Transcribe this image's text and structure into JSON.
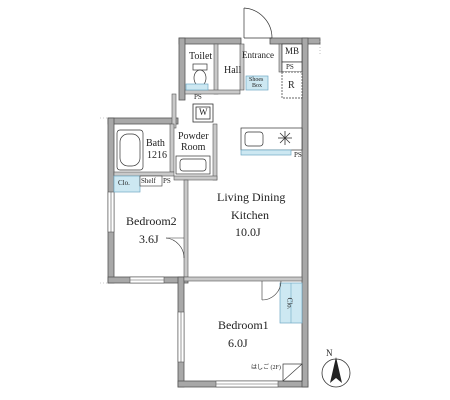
{
  "rooms": {
    "toilet": "Toilet",
    "hall": "Hall",
    "entrance": "Entrance",
    "mb": "MB",
    "ps_top": "PS",
    "r": "R",
    "shoes_box_1": "Shoes",
    "shoes_box_2": "Box",
    "ps_hall": "PS",
    "w": "W",
    "powder_room_1": "Powder",
    "powder_room_2": "Room",
    "bath_1": "Bath",
    "bath_2": "1216",
    "ps_kitchen": "PS",
    "clo_bed2": "Clo.",
    "shelf": "Shelf",
    "ps_bed2": "PS",
    "ldk_1": "Living Dining",
    "ldk_2": "Kitchen",
    "ldk_size": "10.0J",
    "bedroom2": "Bedroom2",
    "bedroom2_size": "3.6J",
    "clo_bed1": "Clo.",
    "bedroom1": "Bedroom1",
    "bedroom1_size": "6.0J",
    "ladder": "はしご (2F)"
  },
  "compass": {
    "north": "N"
  },
  "colors": {
    "wall": "#9a9a9a",
    "wall_dark": "#555555",
    "line": "#333333",
    "closet_fill": "#cde8f2",
    "closet_stroke": "#6fa9c4",
    "background": "#ffffff"
  },
  "icons": {
    "north_arrow": "compass-arrow-icon",
    "stove": "stove-icon",
    "toilet": "toilet-icon",
    "bathtub": "bathtub-icon",
    "sink": "sink-icon",
    "washer": "washer-icon",
    "door_swing": "door-swing-icon"
  }
}
